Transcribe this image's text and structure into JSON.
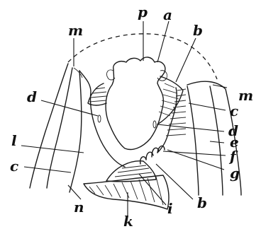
{
  "labels": {
    "p": "p",
    "a": "a",
    "b_top": "b",
    "m_left": "m",
    "m_right": "m",
    "d_left": "d",
    "c_right": "c",
    "d_right": "d",
    "e": "e",
    "f": "f",
    "g": "g",
    "l": "l",
    "c_left": "c",
    "b_bottom": "b",
    "n": "n",
    "i": "i",
    "k": "k"
  },
  "colors": {
    "ink": "#1a1a1a",
    "paper": "#ffffff"
  }
}
